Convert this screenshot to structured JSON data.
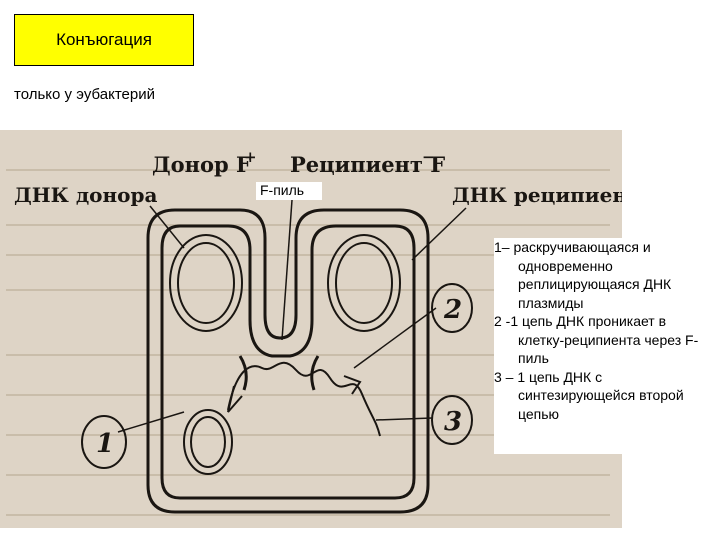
{
  "title": "Конъюгация",
  "subtitle": "только у эубактерий",
  "figure": {
    "donor_label": "Донор F",
    "donor_sign": "+",
    "recipient_label": "Реципиент F",
    "recipient_sign": "−",
    "donor_dna_label": "ДНК донора",
    "recipient_dna_label": "ДНК реципиент",
    "pilus_label": "F-пиль",
    "markers": [
      "1",
      "2",
      "3"
    ]
  },
  "legend": {
    "items": [
      "1– раскручивающаяся и одновременно реплицирующаяся ДНК плазмиды",
      "2 -1 цепь ДНК проникает в клетку-реципиента через F- пиль",
      "3 – 1 цепь ДНК с синтезирующейся второй цепью"
    ]
  },
  "colors": {
    "title_bg": "#ffff00",
    "figure_bg": "#ded4c6",
    "ink": "#1a1612"
  }
}
